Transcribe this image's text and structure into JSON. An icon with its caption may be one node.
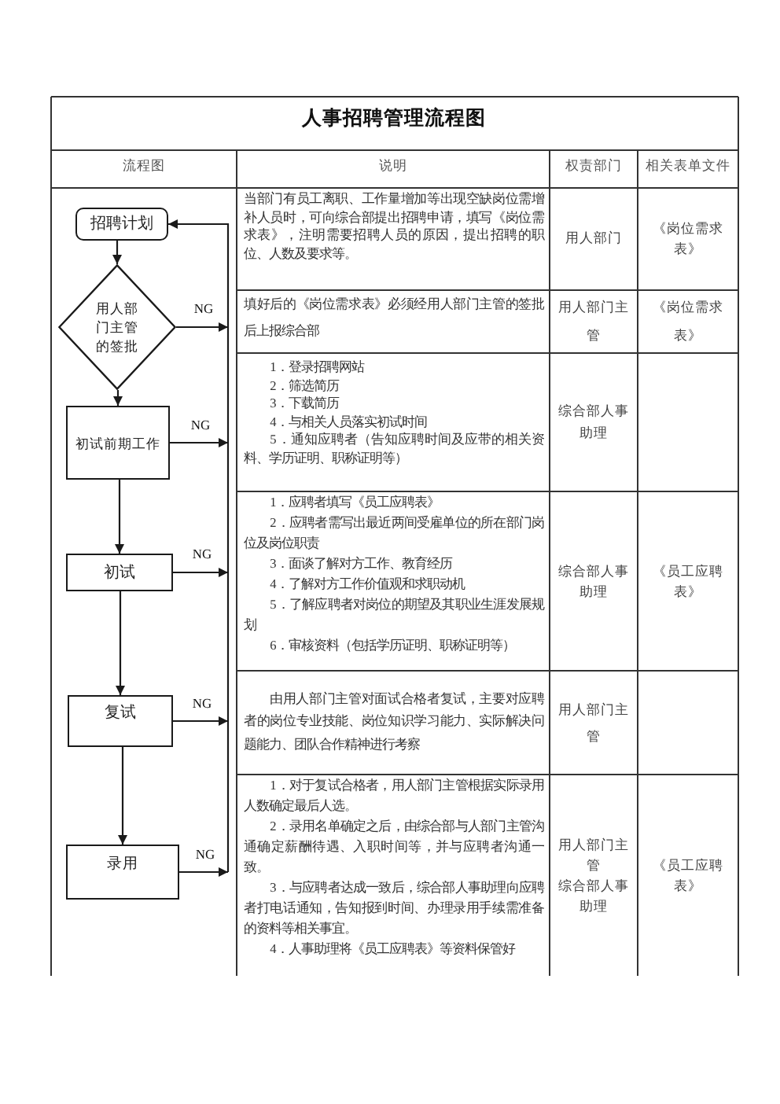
{
  "diagram": {
    "title": "人事招聘管理流程图",
    "nodes": [
      {
        "text": [
          "招聘计划"
        ]
      },
      {
        "text": [
          "用人部门主管的签批"
        ]
      },
      {
        "text": [
          "初试前期工作"
        ]
      },
      {
        "text": [
          "初试"
        ]
      },
      {
        "text": [
          "复试"
        ]
      },
      {
        "text": [
          "录用"
        ]
      }
    ],
    "edges": [
      {
        "from": 0,
        "to": 1,
        "arrow": "to"
      },
      {
        "from": 1,
        "to": 2,
        "arrow": "to"
      },
      {
        "from": 2,
        "to": 3,
        "arrow": "to"
      },
      {
        "from": 3,
        "to": 4,
        "arrow": "to"
      },
      {
        "from": 4,
        "to": 5,
        "arrow": "to"
      },
      {
        "from": 1,
        "to": 0,
        "arrow": "to",
        "label": "NG"
      },
      {
        "from": 2,
        "to": 0,
        "arrow": "to",
        "label": "NG"
      },
      {
        "from": 3,
        "to": 0,
        "arrow": "to",
        "label": "NG"
      },
      {
        "from": 4,
        "to": 0,
        "arrow": "to",
        "label": "NG"
      },
      {
        "from": 5,
        "to": 0,
        "arrow": "to",
        "label": "NG"
      }
    ],
    "labels": [
      "流程图",
      "说明",
      "权责部门",
      "相关表单文件",
      "当部门有员工离职、工作量增加等出现空缺岗位需增补人员时，可向综合部提出招聘申请，填写《岗位需求表》，注明需要招聘人员的原因，提出招聘的职位、人数及要求等。",
      "用人部门",
      "《岗位需求表》",
      "填好后的《岗位需求表》必须经用人部门主管的签批后上报综合部",
      "用人部门主管",
      "《岗位需求表》",
      "1．登录招聘网站",
      "2．筛选简历",
      "3．下载简历",
      "4．与相关人员落实初试时间",
      "5．通知应聘者（告知应聘时间及应带的相关资料、学历证明、职称证明等）",
      "综合部人事助理",
      "1．应聘者填写《员工应聘表》",
      "2．应聘者需写出最近两间受雇单位的所在部门岗位及岗位职责",
      "3．面谈了解对方工作、教育经历",
      "4．了解对方工作价值观和求职动机",
      "5．了解应聘者对岗位的期望及其职业生涯发展规划",
      "6．审核资料（包括学历证明、职称证明等）",
      "综合部人事助理",
      "《员工应聘表》",
      "由用人部门主管对面试合格者复试，主要对应聘者的岗位专业技能、岗位知识学习能力、实际解决问题能力、团队合作精神进行考察",
      "用人部门主管",
      "1．对于复试合格者，用人部门主管根据实际录用人数确定最后人选。",
      "2．录用名单确定之后，由综合部与人部门主管沟通确定薪酬待遇、入职时间等，并与应聘者沟通一致。",
      "3．与应聘者达成一致后，综合部人事助理向应聘者打电话通知，告知报到时间、办理录用手续需准备的资料等相关事宜。",
      "4．人事助理将《员工应聘表》等资料保管好",
      "用人部门主管",
      "综合部人事助理",
      "《员工应聘表》"
    ]
  }
}
